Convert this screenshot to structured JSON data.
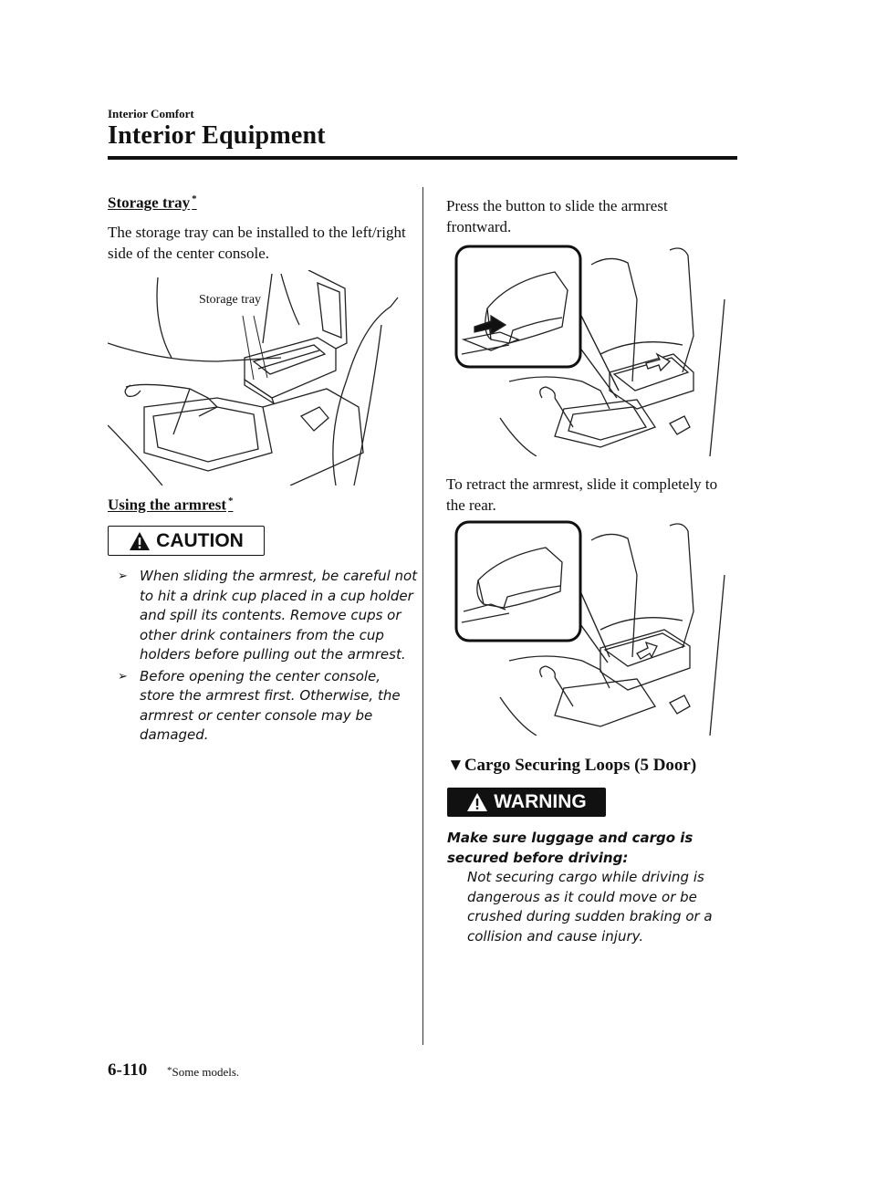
{
  "header": {
    "section": "Interior Comfort",
    "chapter": "Interior Equipment"
  },
  "storage_tray": {
    "heading": "Storage tray",
    "star": "*",
    "text": "The storage tray can be installed to the left/right side of the center console.",
    "figure_label": "Storage tray"
  },
  "armrest": {
    "heading": "Using the armrest",
    "star": "*",
    "caution_label": "CAUTION",
    "cautions": [
      "When sliding the armrest, be careful not to hit a drink cup placed in a cup holder and spill its contents. Remove cups or other drink containers from the cup holders before pulling out the armrest.",
      "Before opening the center console, store the armrest first. Otherwise, the armrest or center console may be damaged."
    ],
    "slide_text": "Press the button to slide the armrest frontward.",
    "retract_text": "To retract the armrest, slide it completely to the rear."
  },
  "cargo": {
    "title": "Cargo Securing Loops (5 Door)",
    "marker": "▼",
    "warning_label": "WARNING",
    "warning_lead": "Make sure luggage and cargo is secured before driving:",
    "warning_body": "Not securing cargo while driving is dangerous as it could move or be crushed during sudden braking or a collision and cause injury."
  },
  "footer": {
    "page": "6-110",
    "star": "*",
    "note": "Some models."
  }
}
